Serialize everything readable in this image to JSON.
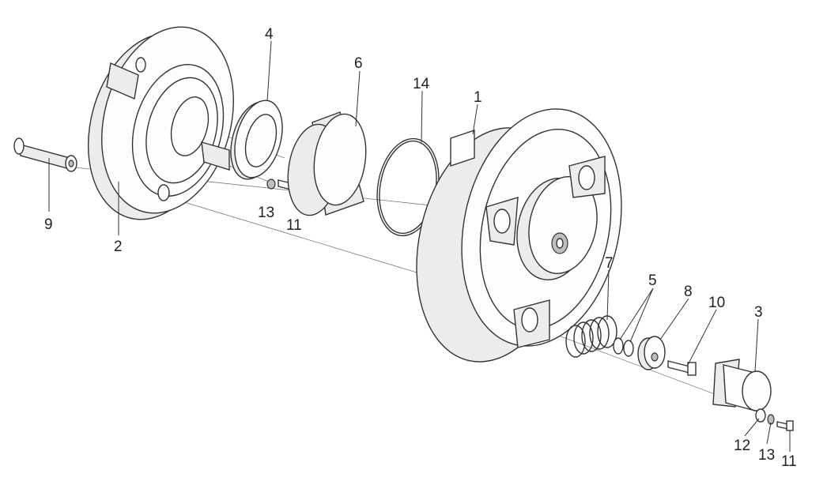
{
  "diagram": {
    "title": "",
    "callouts": [
      "4",
      "6",
      "14",
      "1",
      "9",
      "2",
      "13",
      "11",
      "7",
      "5",
      "8",
      "10",
      "3",
      "12",
      "13",
      "11"
    ]
  }
}
